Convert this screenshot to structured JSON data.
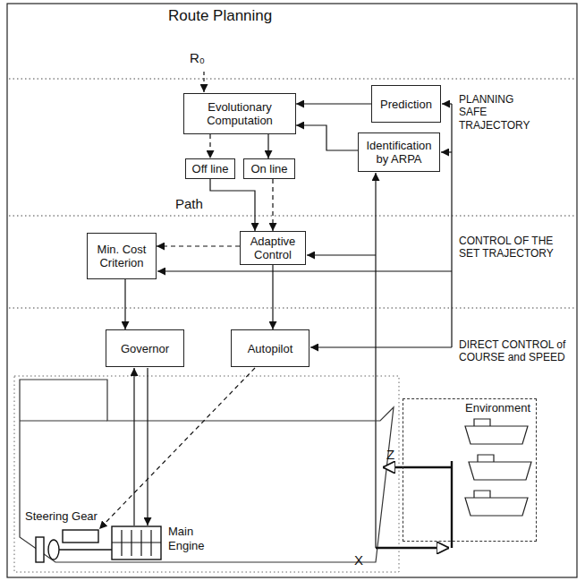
{
  "diagram": {
    "nodes": [
      {
        "text": [
          "Prediction"
        ]
      },
      {
        "text": [
          "Evolutionary Computation"
        ]
      },
      {
        "text": [
          "Identification by ARPA"
        ]
      },
      {
        "text": [
          "Off line"
        ]
      },
      {
        "text": [
          "On line"
        ]
      },
      {
        "text": [
          "Adaptive Control"
        ]
      },
      {
        "text": [
          "Min. Cost Criterion"
        ]
      },
      {
        "text": [
          "Governor"
        ]
      },
      {
        "text": [
          "Autopilot"
        ]
      },
      {
        "text": [
          "Environment"
        ]
      }
    ],
    "edges": [
      {
        "from": 0,
        "to": 1,
        "arrow": "to"
      },
      {
        "from": 2,
        "to": 1,
        "arrow": "to"
      },
      {
        "from": 1,
        "to": 3,
        "arrow": "to"
      },
      {
        "from": 1,
        "to": 4,
        "arrow": "to"
      },
      {
        "from": 3,
        "to": 5,
        "arrow": "to"
      },
      {
        "from": 4,
        "to": 5,
        "arrow": "to"
      },
      {
        "from": 5,
        "to": 6,
        "arrow": "to"
      },
      {
        "from": 6,
        "to": 7,
        "arrow": "to"
      },
      {
        "from": 5,
        "to": 8,
        "arrow": "to"
      }
    ],
    "labels": [
      "Route Planning",
      "R₀",
      "Path",
      "PLANNING SAFE TRAJECTORY",
      "CONTROL OF THE SET TRAJECTORY",
      "DIRECT CONTROL of COURSE and SPEED",
      "Steering Gear",
      "Main Engine",
      "Z",
      "X"
    ]
  }
}
